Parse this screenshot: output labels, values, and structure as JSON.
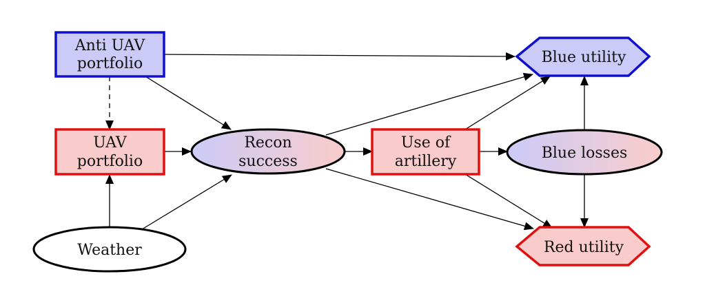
{
  "colors": {
    "blue_fill": "#cccbf7",
    "blue_border": "#1010cc",
    "red_fill": "#f9cccb",
    "red_border": "#e01010",
    "black_border": "#000000",
    "white_fill": "#ffffff"
  },
  "nodes": {
    "anti_uav": {
      "line1": "Anti UAV",
      "line2": "portfolio"
    },
    "uav": {
      "line1": "UAV",
      "line2": "portfolio"
    },
    "weather": {
      "label": "Weather"
    },
    "recon": {
      "line1": "Recon",
      "line2": "success"
    },
    "artillery": {
      "line1": "Use of",
      "line2": "artillery"
    },
    "blue_losses": {
      "label": "Blue losses"
    },
    "blue_utility": {
      "label": "Blue utility"
    },
    "red_utility": {
      "label": "Red utility"
    }
  },
  "edges": [
    {
      "from": "Anti UAV portfolio",
      "to": "Blue utility",
      "style": "solid"
    },
    {
      "from": "Anti UAV portfolio",
      "to": "UAV portfolio",
      "style": "dashed"
    },
    {
      "from": "Anti UAV portfolio",
      "to": "Recon success",
      "style": "solid"
    },
    {
      "from": "UAV portfolio",
      "to": "Recon success",
      "style": "solid"
    },
    {
      "from": "Weather",
      "to": "UAV portfolio",
      "style": "solid"
    },
    {
      "from": "Weather",
      "to": "Recon success",
      "style": "solid"
    },
    {
      "from": "Recon success",
      "to": "Use of artillery",
      "style": "solid"
    },
    {
      "from": "Recon success",
      "to": "Blue utility",
      "style": "solid"
    },
    {
      "from": "Recon success",
      "to": "Red utility",
      "style": "solid"
    },
    {
      "from": "Use of artillery",
      "to": "Blue losses",
      "style": "solid"
    },
    {
      "from": "Use of artillery",
      "to": "Blue utility",
      "style": "solid"
    },
    {
      "from": "Use of artillery",
      "to": "Red utility",
      "style": "solid"
    },
    {
      "from": "Blue losses",
      "to": "Blue utility",
      "style": "solid"
    },
    {
      "from": "Blue losses",
      "to": "Red utility",
      "style": "solid"
    }
  ]
}
